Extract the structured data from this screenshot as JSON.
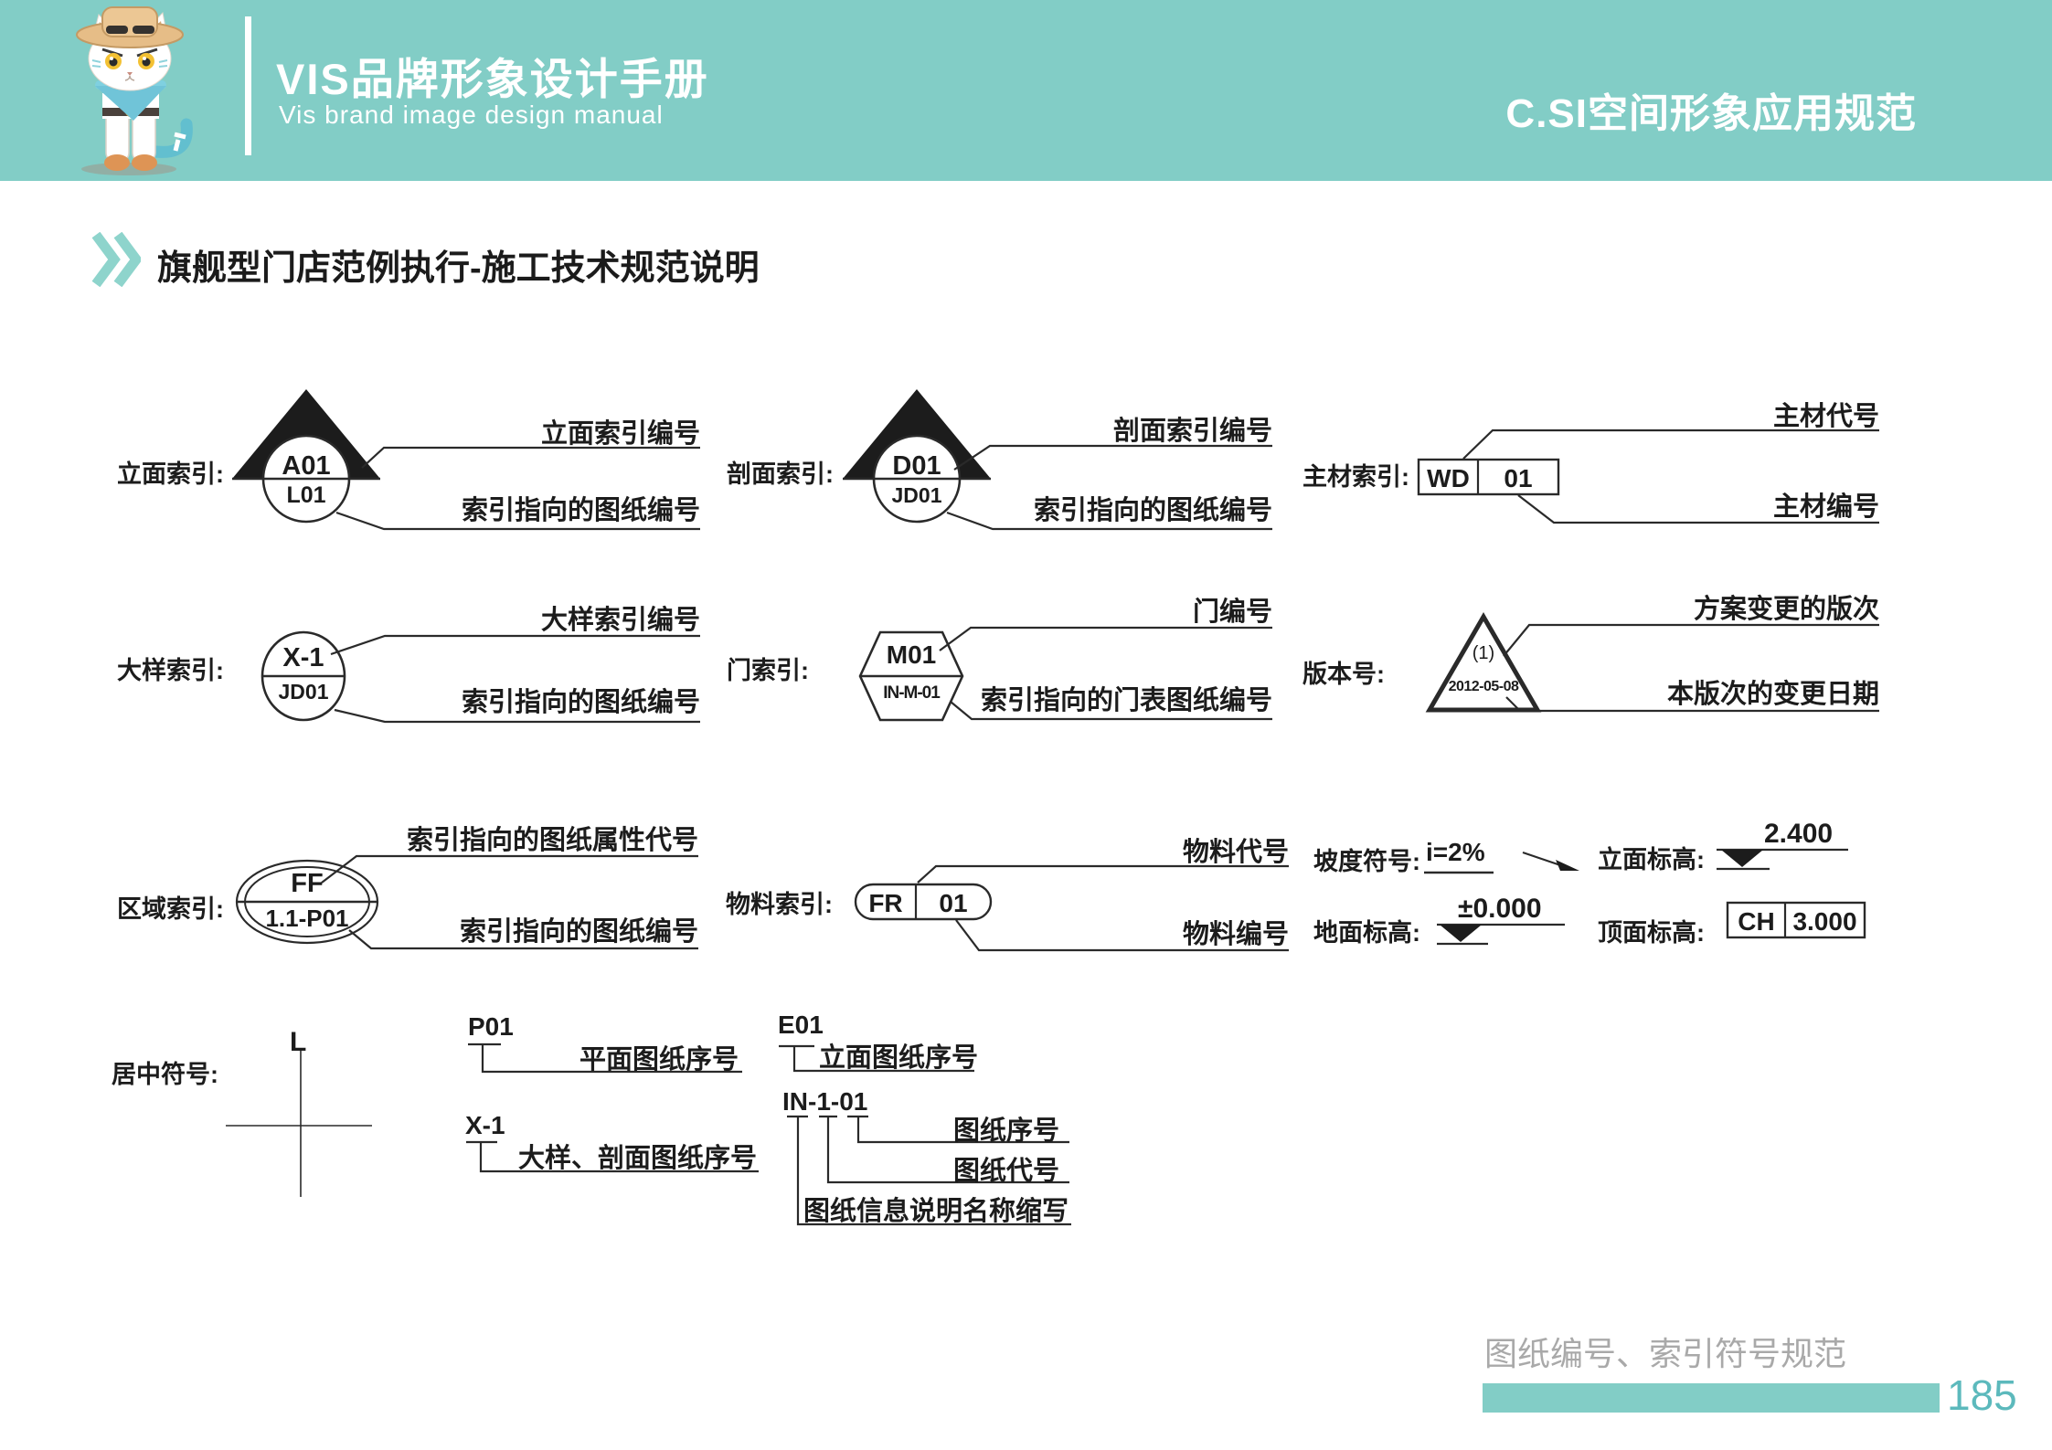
{
  "colors": {
    "banner_teal": "#82cdc6",
    "chevron_teal": "#8ed4cc",
    "page_number_teal": "#5cb9bc",
    "caption_gray": "#a9a9a9",
    "ink": "#1c1c1c",
    "line": "#2a2a2a"
  },
  "header": {
    "title_cn": "VIS品牌形象设计手册",
    "title_en": "Vis brand image design manual",
    "right_title": "C.SI空间形象应用规范"
  },
  "section": {
    "title": "旗舰型门店范例执行-施工技术规范说明"
  },
  "symbols": {
    "elevation_index": {
      "label": "立面索引:",
      "code_top": "A01",
      "code_bottom": "L01",
      "note_top": "立面索引编号",
      "note_bottom": "索引指向的图纸编号"
    },
    "section_index": {
      "label": "剖面索引:",
      "code_top": "D01",
      "code_bottom": "JD01",
      "note_top": "剖面索引编号",
      "note_bottom": "索引指向的图纸编号"
    },
    "material_main_index": {
      "label": "主材索引:",
      "code_left": "WD",
      "code_right": "01",
      "note_top": "主材代号",
      "note_bottom": "主材编号"
    },
    "detail_index": {
      "label": "大样索引:",
      "code_top": "X-1",
      "code_bottom": "JD01",
      "note_top": "大样索引编号",
      "note_bottom": "索引指向的图纸编号"
    },
    "door_index": {
      "label": "门索引:",
      "code_top": "M01",
      "code_bottom": "IN-M-01",
      "note_top": "门编号",
      "note_bottom": "索引指向的门表图纸编号"
    },
    "version_number": {
      "label": "版本号:",
      "code_top": "(1)",
      "code_bottom": "2012-05-08",
      "note_top": "方案变更的版次",
      "note_bottom": "本版次的变更日期"
    },
    "area_index": {
      "label": "区域索引:",
      "code_top": "FF",
      "code_bottom": "1.1-P01",
      "note_top": "索引指向的图纸属性代号",
      "note_bottom": "索引指向的图纸编号"
    },
    "material_index": {
      "label": "物料索引:",
      "code_left": "FR",
      "code_right": "01",
      "note_top": "物料代号",
      "note_bottom": "物料编号"
    },
    "slope": {
      "label": "坡度符号:",
      "value": "i=2%"
    },
    "floor_level": {
      "label": "地面标高:",
      "value": "±0.000"
    },
    "elevation_level": {
      "label": "立面标高:",
      "value": "2.400"
    },
    "ceiling_level": {
      "label": "顶面标高:",
      "code_left": "CH",
      "code_right": "3.000"
    },
    "center_mark": {
      "label": "居中符号:",
      "mark": "L"
    }
  },
  "sheets": {
    "plan": {
      "code": "P01",
      "note": "平面图纸序号"
    },
    "detail": {
      "code": "X-1",
      "note": "大样、剖面图纸序号"
    },
    "elevation": {
      "code": "E01",
      "note": "立面图纸序号"
    },
    "info": {
      "code": "IN-1-01",
      "note_serial": "图纸序号",
      "note_code": "图纸代号",
      "note_abbr": "图纸信息说明名称缩写"
    }
  },
  "footer": {
    "caption": "图纸编号、索引符号规范",
    "page_number": "185"
  }
}
